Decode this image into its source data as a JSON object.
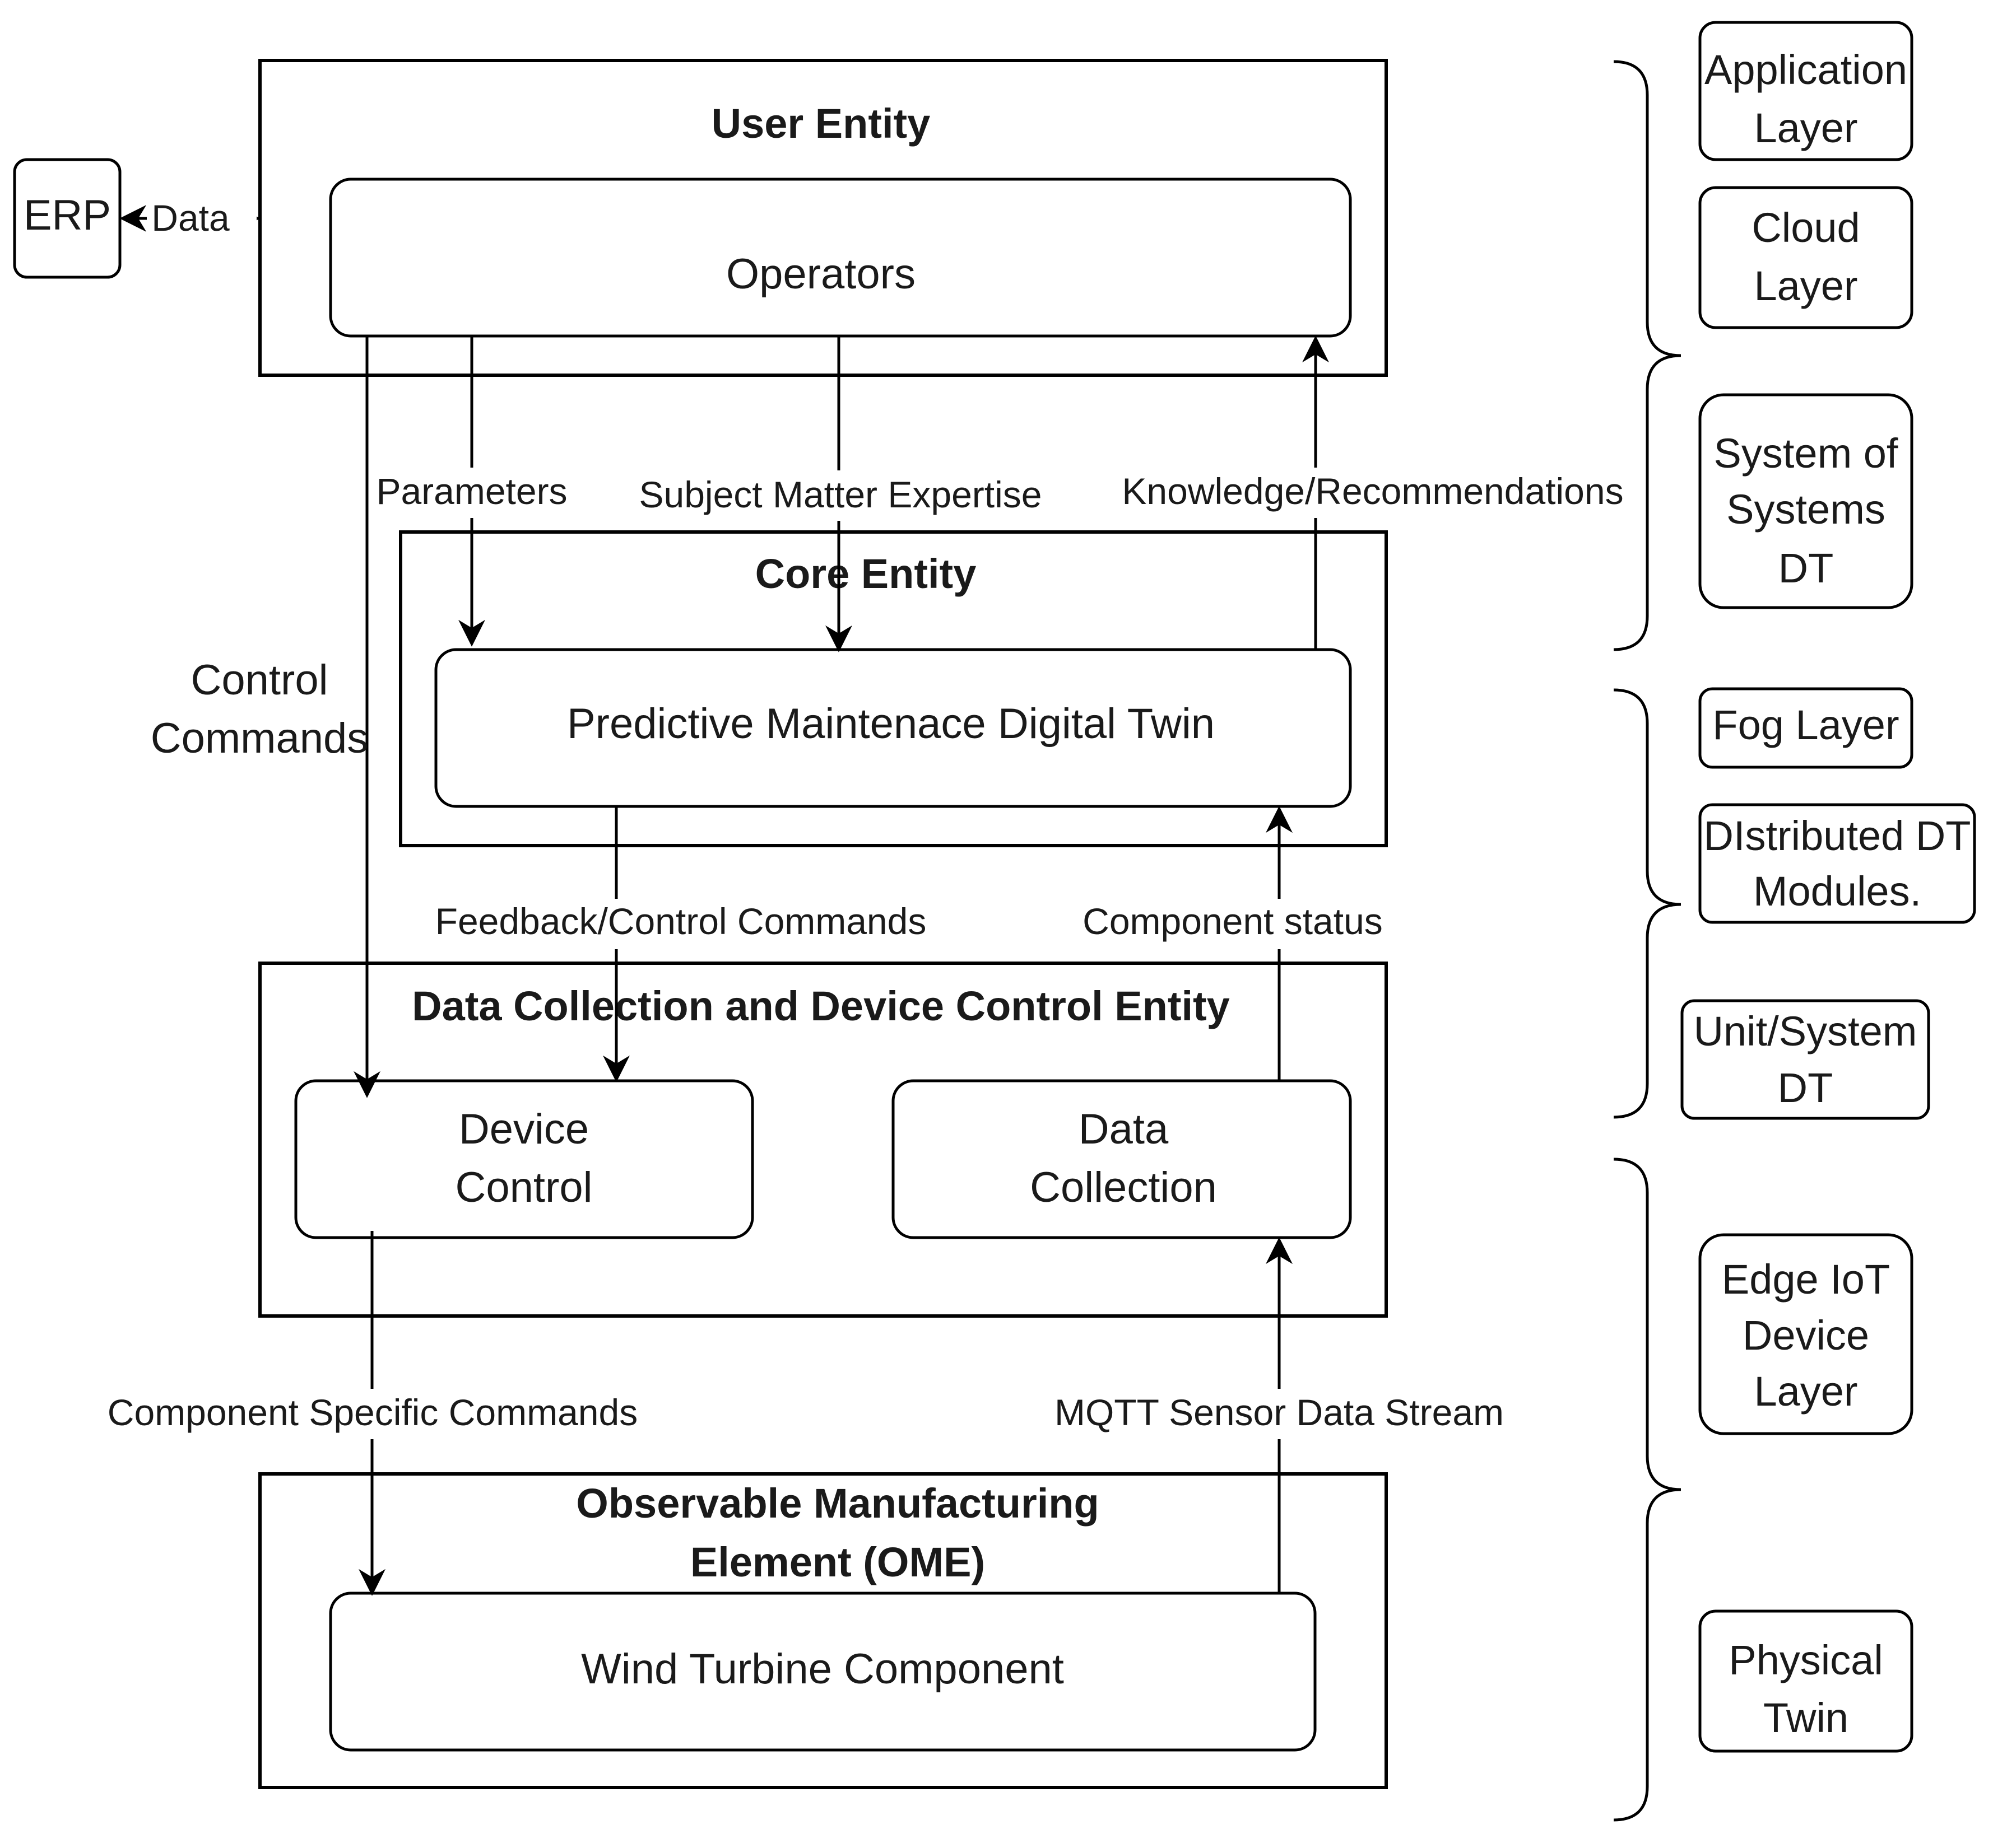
{
  "external": {
    "erp": "ERP",
    "data_link": "Data"
  },
  "entities": {
    "user": "User Entity",
    "core": "Core Entity",
    "data_collection": "Data Collection and Device Control Entity",
    "ome_line1": "Observable Manufacturing",
    "ome_line2": "Element (OME)"
  },
  "components": {
    "operators": "Operators",
    "pm_twin": "Predictive Maintenace Digital Twin",
    "device_control_line1": "Device",
    "device_control_line2": "Control",
    "data_collection_line1": "Data",
    "data_collection_line2": "Collection",
    "wind_turbine": "Wind Turbine Component"
  },
  "flows": {
    "parameters": "Parameters",
    "subject_matter": "Subject Matter Expertise",
    "knowledge": "Knowledge/Recommendations",
    "control_commands_line1": "Control",
    "control_commands_line2": "Commands",
    "feedback": "Feedback/Control Commands",
    "component_status": "Component status",
    "component_specific": "Component Specific Commands",
    "mqtt": "MQTT Sensor Data Stream"
  },
  "layers": {
    "application_line1": "Application",
    "application_line2": "Layer",
    "cloud_line1": "Cloud",
    "cloud_line2": "Layer",
    "sos_line1": "System of",
    "sos_line2": "Systems",
    "sos_line3": "DT",
    "fog": "Fog Layer",
    "distributed_line1": "DIstributed DT",
    "distributed_line2": "Modules.",
    "unit_line1": "Unit/System",
    "unit_line2": "DT",
    "edge_line1": "Edge IoT",
    "edge_line2": "Device",
    "edge_line3": "Layer",
    "physical_line1": "Physical",
    "physical_line2": "Twin"
  }
}
